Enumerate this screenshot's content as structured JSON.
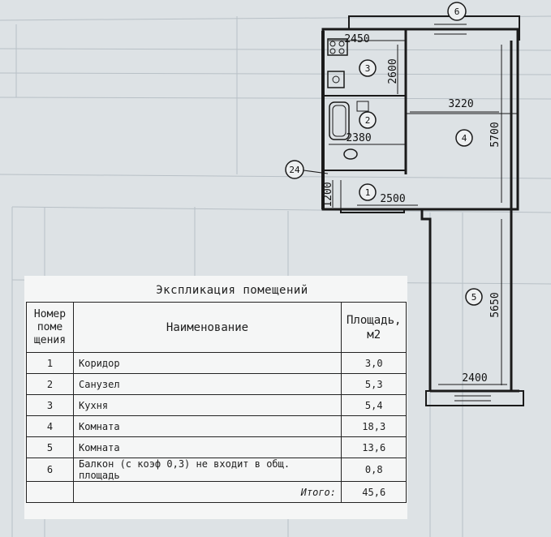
{
  "plan": {
    "dimensions": [
      "2450",
      "2600",
      "3220",
      "2380",
      "5700",
      "1200",
      "2500",
      "5650",
      "2400"
    ],
    "room_markers": [
      "1",
      "2",
      "3",
      "4",
      "5",
      "6",
      "24"
    ]
  },
  "explication": {
    "title": "Экспликация помещений",
    "headers": {
      "number": "Номер поме щения",
      "name": "Наименование",
      "area": "Площадь, м2"
    },
    "rows": [
      {
        "num": "1",
        "name": "Коридор",
        "area": "3,0"
      },
      {
        "num": "2",
        "name": "Санузел",
        "area": "5,3"
      },
      {
        "num": "3",
        "name": "Кухня",
        "area": "5,4"
      },
      {
        "num": "4",
        "name": "Комната",
        "area": "18,3"
      },
      {
        "num": "5",
        "name": "Комната",
        "area": "13,6"
      },
      {
        "num": "6",
        "name": "Балкон (с коэф 0,3) не входит в общ. площадь",
        "area": "0,8"
      }
    ],
    "total_label": "Итого:",
    "total_value": "45,6"
  }
}
